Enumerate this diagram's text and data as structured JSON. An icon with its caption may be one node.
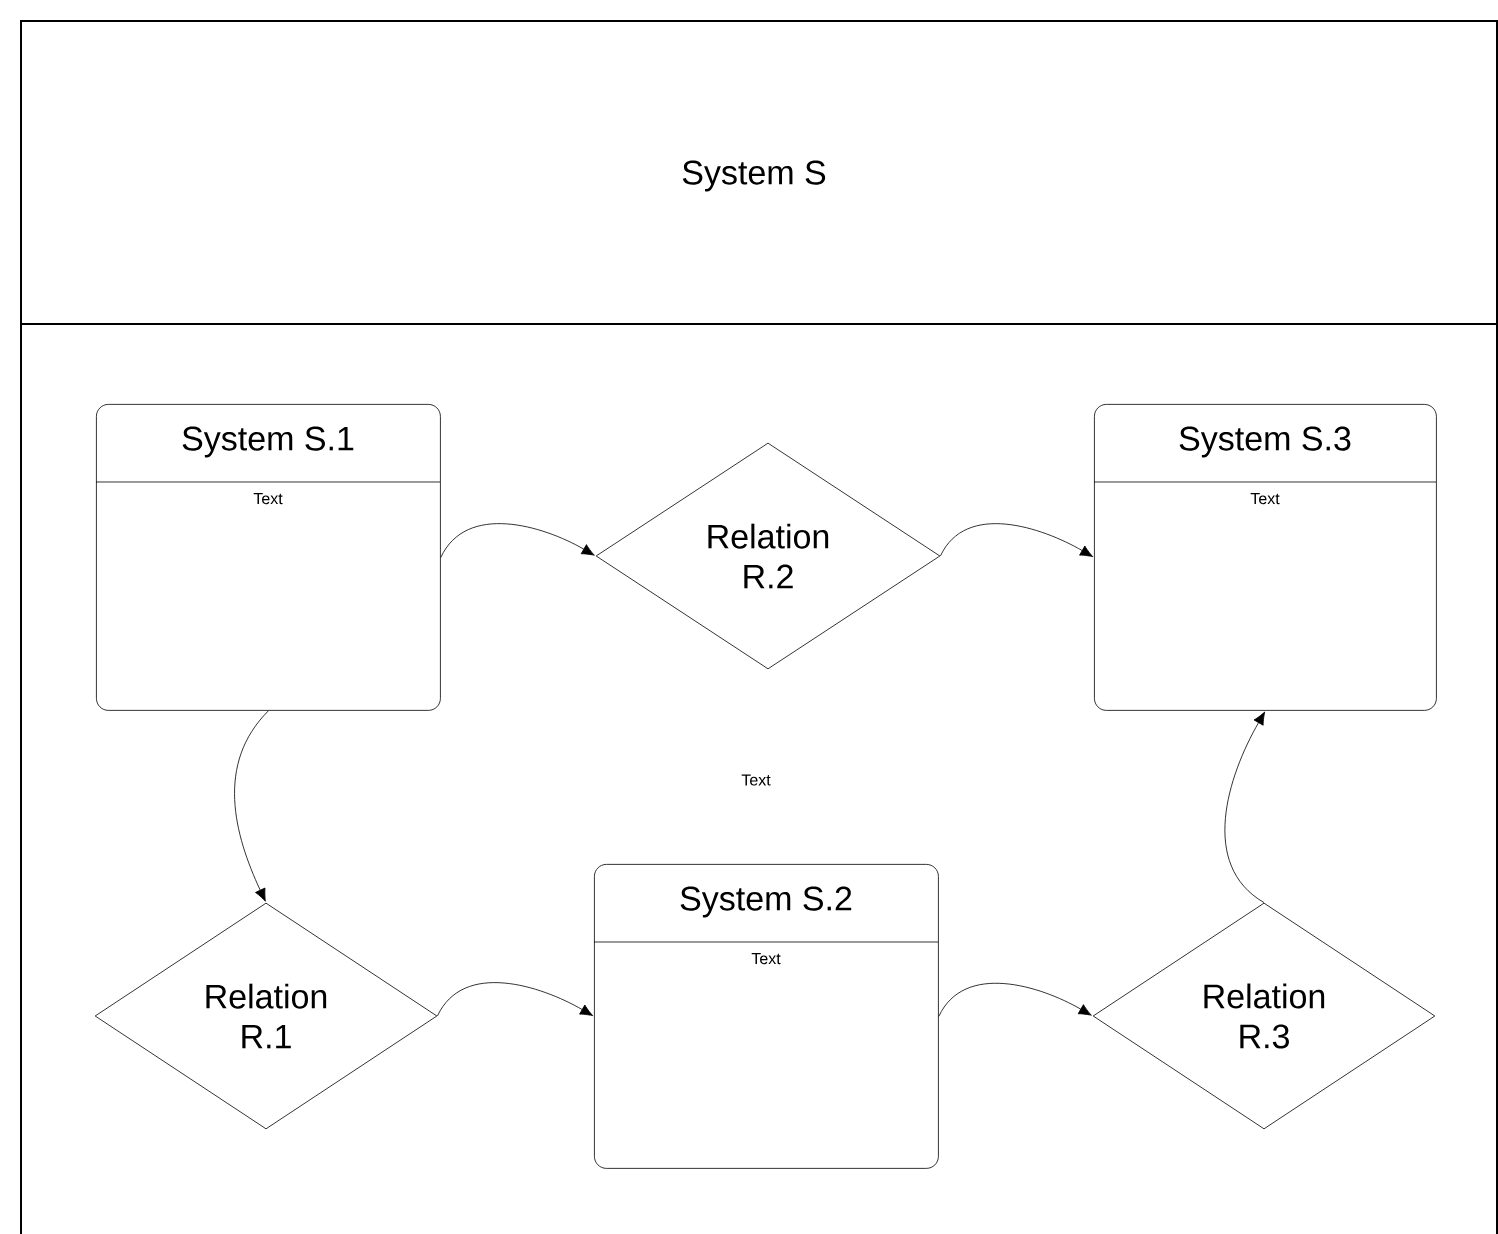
{
  "diagram": {
    "nodes": [
      {
        "text": [
          "System S",
          "Text"
        ]
      },
      {
        "text": [
          "System S.1",
          "Text"
        ],
        "in": 0
      },
      {
        "text": [
          "Relation R.2"
        ],
        "in": 0
      },
      {
        "text": [
          "System S.3",
          "Text"
        ],
        "in": 0
      },
      {
        "text": [
          "Relation R.1"
        ],
        "in": 0
      },
      {
        "text": [
          "System S.2",
          "Text"
        ],
        "in": 0
      },
      {
        "text": [
          "Relation R.3"
        ],
        "in": 0
      }
    ],
    "edges": [
      {
        "from": 1,
        "to": 2,
        "arrow": "to"
      },
      {
        "from": 2,
        "to": 3,
        "arrow": "to"
      },
      {
        "from": 1,
        "to": 4,
        "arrow": "to"
      },
      {
        "from": 4,
        "to": 5,
        "arrow": "to"
      },
      {
        "from": 5,
        "to": 6,
        "arrow": "to"
      },
      {
        "from": 6,
        "to": 3,
        "arrow": "to"
      }
    ]
  }
}
